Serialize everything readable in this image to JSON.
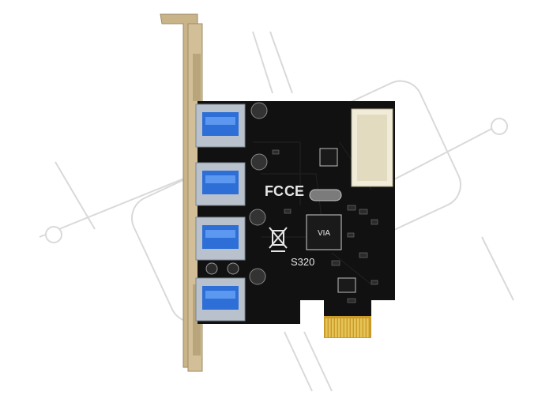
{
  "image": {
    "description_free": true,
    "colors": {
      "background": "#ffffff",
      "pcb": "#111111",
      "bracket": "#c9b48a",
      "port_metal": "#b9c2cc",
      "port_insert": "#2d6fd6",
      "gold_fingers": "#d4ad3a",
      "watermark": "#d8d8d8"
    }
  },
  "board": {
    "marking_fc": "FC",
    "marking_ce": "CE",
    "marking_model": "S320",
    "chip_label": "VIA"
  }
}
